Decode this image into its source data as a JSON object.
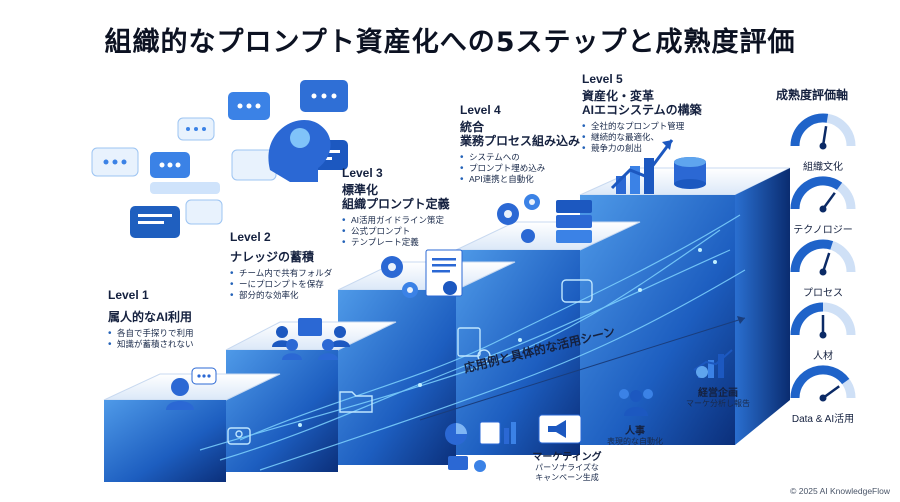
{
  "title": "組織的なプロンプト資産化への5ステップと成熟度評価",
  "levels": [
    {
      "level": "Level 1",
      "name": "属人的なAI利用",
      "bullets": [
        "各自で手探りで利用",
        "知識が蓄積されない"
      ]
    },
    {
      "level": "Level 2",
      "name": "ナレッジの蓄積",
      "bullets": [
        "チーム内で共有フォルダ",
        "ーにプロンプトを保存",
        "部分的な効率化"
      ]
    },
    {
      "level": "Level 3",
      "name": "標準化\n組織プロンプト定義",
      "bullets": [
        "AI活用ガイドライン策定",
        "公式プロンプト",
        "テンプレート定義"
      ]
    },
    {
      "level": "Level 4",
      "name": "統合\n業務プロセス組み込み",
      "bullets": [
        "システムへの",
        "プロンプト埋め込み",
        "API連携と自動化"
      ]
    },
    {
      "level": "Level 5",
      "name": "資産化・変革\nAIエコシステムの構築",
      "bullets": [
        "全社的なプロンプト管理",
        "継続的な最適化、",
        "競争力の創出"
      ]
    }
  ],
  "maturity": {
    "title": "成熟度評価軸",
    "axes": [
      {
        "label": "組織文化",
        "level": 0.55
      },
      {
        "label": "テクノロジー",
        "level": 0.7
      },
      {
        "label": "プロセス",
        "level": 0.6
      },
      {
        "label": "人材",
        "level": 0.5
      },
      {
        "label": "Data & AI活用",
        "level": 0.8
      }
    ]
  },
  "use_cases": {
    "title": "応用例と具体的な活用シーン",
    "items": [
      {
        "title": "マーケティング",
        "desc": [
          "パーソナライズな",
          "キャンペーン生成"
        ]
      },
      {
        "title": "人事",
        "desc": [
          "表現的な自動化"
        ]
      },
      {
        "title": "経営企画",
        "desc": [
          "マーケ分析し報告"
        ]
      }
    ]
  },
  "colors": {
    "step_top": "#e9f1fb",
    "step_front_dark": "#0d3a8c",
    "step_front_light": "#3b8be0",
    "accent": "#2f7fd6"
  },
  "copyright": "© 2025 AI KnowledgeFlow"
}
